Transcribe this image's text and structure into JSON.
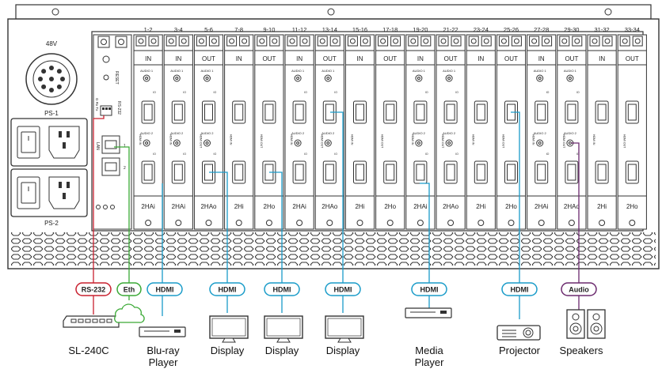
{
  "chassis": {
    "power_label": "48V",
    "ps1": "PS-1",
    "ps2": "PS-2",
    "reset": "RESET",
    "rs232": "RS-232",
    "gnd_rx_tx": "G Rx Tx",
    "lan": "LAN",
    "lan_ports": [
      "1",
      "2"
    ]
  },
  "slots": [
    {
      "range": "1-2",
      "direction": "IN",
      "card": "2HAi"
    },
    {
      "range": "3-4",
      "direction": "IN",
      "card": "2HAi"
    },
    {
      "range": "5-6",
      "direction": "OUT",
      "card": "2HAo"
    },
    {
      "range": "7-8",
      "direction": "IN",
      "card": "2Hi"
    },
    {
      "range": "9-10",
      "direction": "OUT",
      "card": "2Ho"
    },
    {
      "range": "11-12",
      "direction": "IN",
      "card": "2HAi"
    },
    {
      "range": "13-14",
      "direction": "OUT",
      "card": "2HAo"
    },
    {
      "range": "15-16",
      "direction": "IN",
      "card": "2Hi"
    },
    {
      "range": "17-18",
      "direction": "OUT",
      "card": "2Ho"
    },
    {
      "range": "19-20",
      "direction": "IN",
      "card": "2HAi"
    },
    {
      "range": "21-22",
      "direction": "OUT",
      "card": "2HAo"
    },
    {
      "range": "23-24",
      "direction": "IN",
      "card": "2Hi"
    },
    {
      "range": "25-26",
      "direction": "OUT",
      "card": "2Ho"
    },
    {
      "range": "27-28",
      "direction": "IN",
      "card": "2HAi"
    },
    {
      "range": "29-30",
      "direction": "OUT",
      "card": "2HAo"
    },
    {
      "range": "31-32",
      "direction": "IN",
      "card": "2Hi"
    },
    {
      "range": "33-34",
      "direction": "OUT",
      "card": "2Ho"
    }
  ],
  "card_text": {
    "audio1": "AUDIO 1",
    "audio2": "AUDIO 2",
    "io": "IO",
    "hdmi_in": "HDMI IN",
    "hdmi_out": "HDMI OUT"
  },
  "connections": [
    {
      "tag": "RS-232",
      "color": "#c8202f",
      "device": "SL-240C",
      "device2": ""
    },
    {
      "tag": "Eth",
      "color": "#3aa935",
      "device": "",
      "device2": ""
    },
    {
      "tag": "HDMI",
      "color": "#1a9cc9",
      "device": "Blu-ray",
      "device2": "Player"
    },
    {
      "tag": "HDMI",
      "color": "#1a9cc9",
      "device": "Display",
      "device2": ""
    },
    {
      "tag": "HDMI",
      "color": "#1a9cc9",
      "device": "Display",
      "device2": ""
    },
    {
      "tag": "HDMI",
      "color": "#1a9cc9",
      "device": "Display",
      "device2": ""
    },
    {
      "tag": "HDMI",
      "color": "#1a9cc9",
      "device": "Media",
      "device2": "Player"
    },
    {
      "tag": "HDMI",
      "color": "#1a9cc9",
      "device": "Projector",
      "device2": ""
    },
    {
      "tag": "Audio",
      "color": "#6b2a6e",
      "device": "Speakers",
      "device2": ""
    }
  ],
  "colors": {
    "rs232": "#c8202f",
    "eth": "#3aa935",
    "hdmi": "#1a9cc9",
    "audio": "#6b2a6e",
    "outline": "#333333"
  }
}
